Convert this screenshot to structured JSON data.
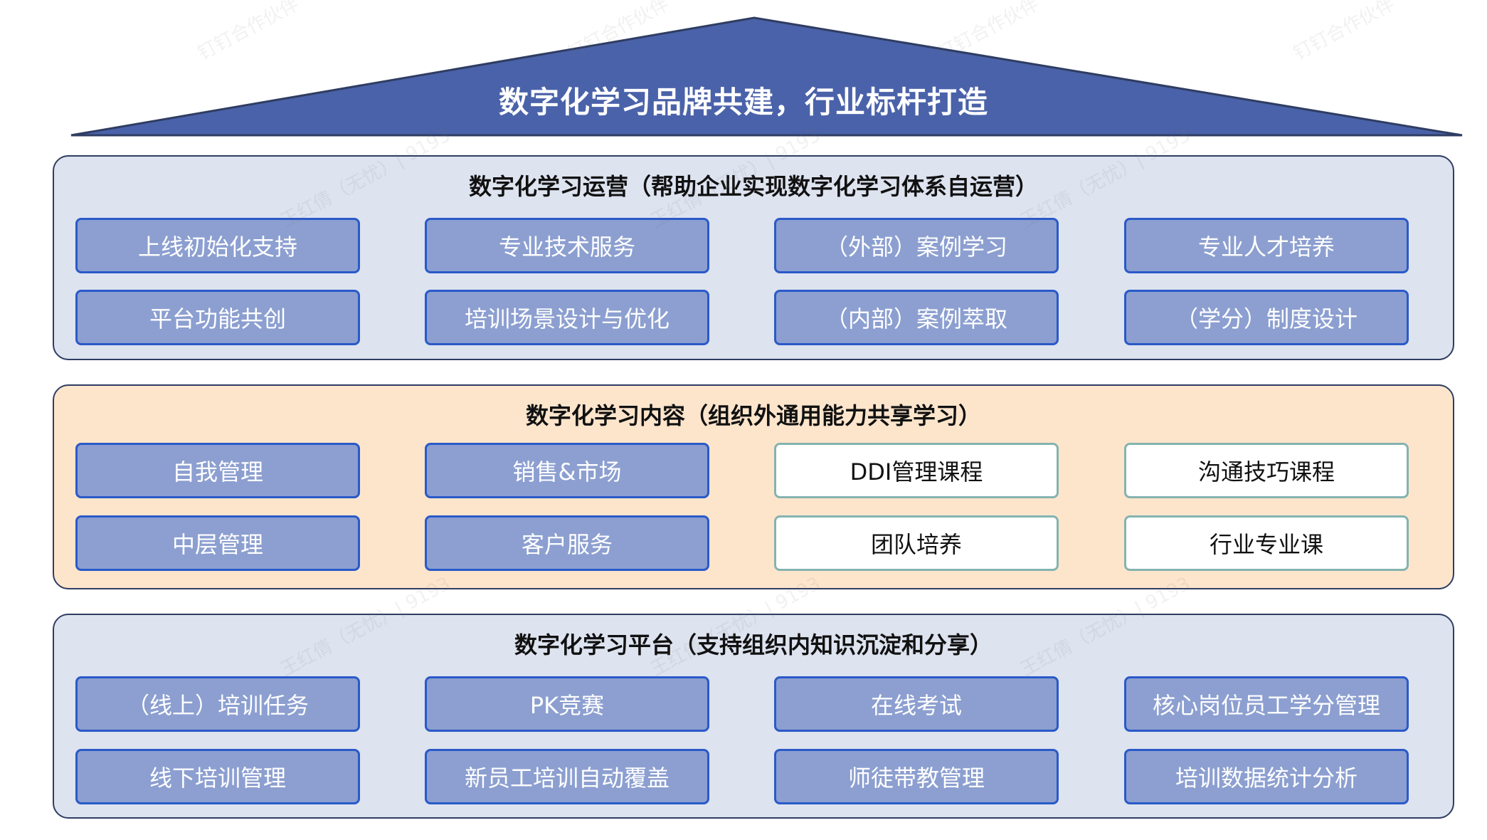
{
  "header": {
    "title": "数字化学习品牌共建，行业标杆打造"
  },
  "tiers": [
    {
      "title": "数字化学习运营（帮助企业实现数字化学习体系自运营）",
      "style": "blue",
      "items": [
        "上线初始化支持",
        "专业技术服务",
        "（外部）案例学习",
        "专业人才培养",
        "平台功能共创",
        "培训场景设计与优化",
        "（内部）案例萃取",
        "（学分）制度设计"
      ]
    },
    {
      "title": "数字化学习内容（组织外通用能力共享学习）",
      "style": "peach",
      "items": [
        "自我管理",
        "销售&市场",
        "DDI管理课程",
        "沟通技巧课程",
        "中层管理",
        "客户服务",
        "团队培养",
        "行业专业课"
      ]
    },
    {
      "title": "数字化学习平台（支持组织内知识沉淀和分享）",
      "style": "blue",
      "items": [
        "（线上）培训任务",
        "PK竞赛",
        "在线考试",
        "核心岗位员工学分管理",
        "线下培训管理",
        "新员工培训自动覆盖",
        "师徒带教管理",
        "培训数据统计分析"
      ]
    }
  ],
  "colors": {
    "roof": "#4a62a9",
    "box_fill": "#8c9fd0",
    "box_border": "#2a5ac9",
    "panel_blue": "#dde3ef",
    "panel_peach": "#fde5cc",
    "outline_border": "#84b3b0"
  },
  "watermark": {
    "line1": "钉钉合作伙伴",
    "line2": "王红倩（无忧）| 9193"
  }
}
